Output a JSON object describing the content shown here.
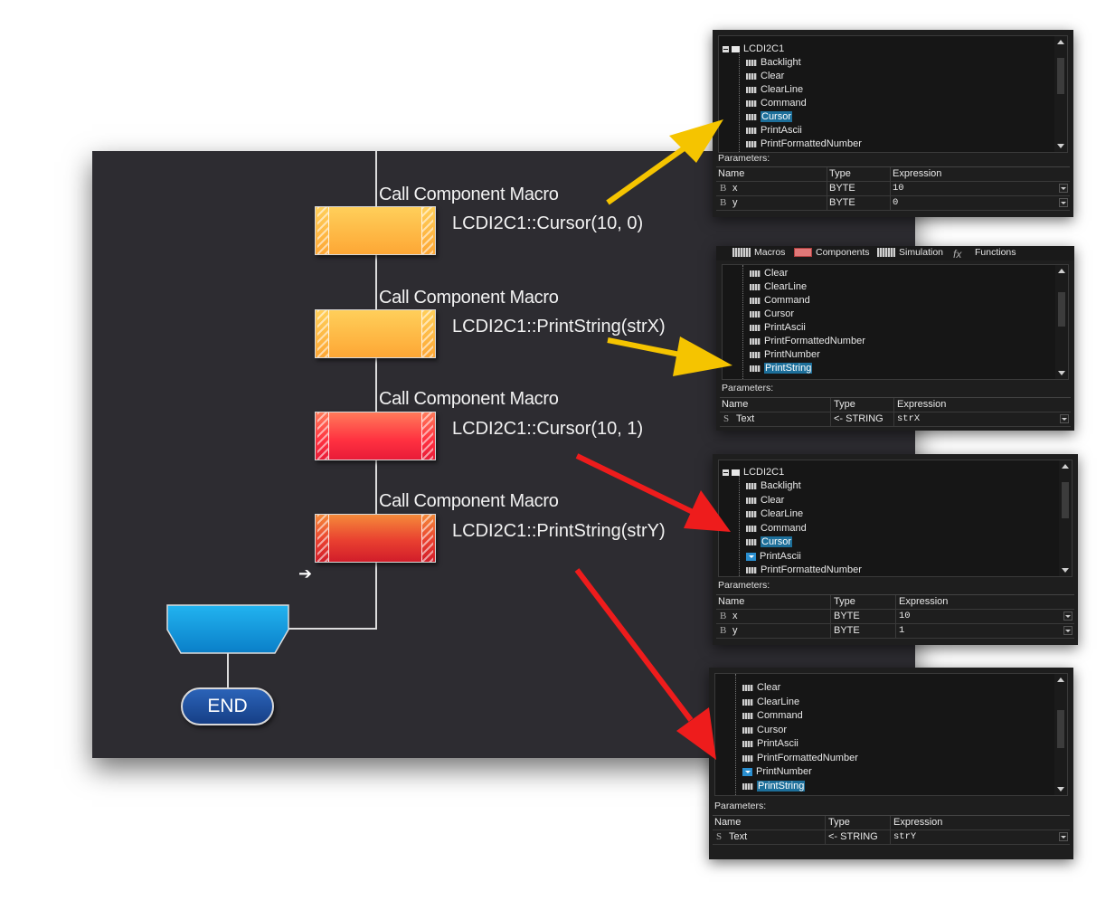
{
  "flowchart": {
    "call_label": "Call Component Macro",
    "steps": [
      {
        "call": "LCDI2C1::Cursor(10, 0)",
        "color": "orange"
      },
      {
        "call": "LCDI2C1::PrintString(strX)",
        "color": "orange"
      },
      {
        "call": "LCDI2C1::Cursor(10, 1)",
        "color": "red"
      },
      {
        "call": "LCDI2C1::PrintString(strY)",
        "color": "red"
      }
    ],
    "end_label": "END"
  },
  "colors": {
    "canvas_bg": "#2d2c31",
    "arrow_yellow": "#f5c400",
    "arrow_red": "#ee1c1c",
    "selection": "#1d6f9a",
    "end_blue": "#1f4e9e",
    "loop_blue": "#1aa0e0"
  },
  "icons": [
    "minus-expander-icon",
    "folder-icon",
    "macro-bar-icon",
    "dropdown-icon",
    "scroll-up-icon",
    "scroll-down-icon",
    "right-arrow-icon",
    "fx-icon"
  ],
  "tabs": [
    "Macros",
    "Components",
    "Simulation",
    "Functions"
  ],
  "params_label": "Parameters:",
  "columns": {
    "name": "Name",
    "type": "Type",
    "expression": "Expression"
  },
  "panel1": {
    "root": "LCDI2C1",
    "items": [
      "Backlight",
      "Clear",
      "ClearLine",
      "Command",
      "Cursor",
      "PrintAscii",
      "PrintFormattedNumber"
    ],
    "params": [
      {
        "icon": "B",
        "name": "x",
        "type": "BYTE",
        "expr": "10"
      },
      {
        "icon": "B",
        "name": "y",
        "type": "BYTE",
        "expr": "0"
      }
    ]
  },
  "panel2": {
    "items": [
      "Clear",
      "ClearLine",
      "Command",
      "Cursor",
      "PrintAscii",
      "PrintFormattedNumber",
      "PrintNumber",
      "PrintString"
    ],
    "params": [
      {
        "icon": "S",
        "name": "Text",
        "type": "<- STRING",
        "expr": "strX"
      }
    ]
  },
  "panel3": {
    "root": "LCDI2C1",
    "items": [
      "Backlight",
      "Clear",
      "ClearLine",
      "Command",
      "Cursor",
      "PrintAscii",
      "PrintFormattedNumber"
    ],
    "params": [
      {
        "icon": "B",
        "name": "x",
        "type": "BYTE",
        "expr": "10"
      },
      {
        "icon": "B",
        "name": "y",
        "type": "BYTE",
        "expr": "1"
      }
    ]
  },
  "panel4": {
    "items": [
      "Clear",
      "ClearLine",
      "Command",
      "Cursor",
      "PrintAscii",
      "PrintFormattedNumber",
      "PrintNumber",
      "PrintString"
    ],
    "params": [
      {
        "icon": "S",
        "name": "Text",
        "type": "<- STRING",
        "expr": "strY"
      }
    ]
  }
}
